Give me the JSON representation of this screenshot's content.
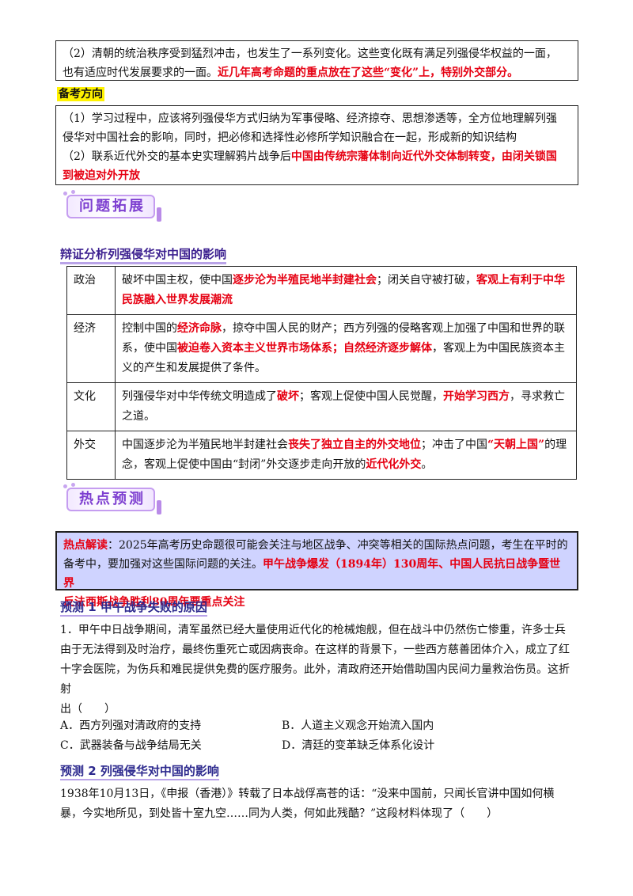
{
  "top_box": {
    "line1": "（2）清朝的统治秩序受到猛烈冲击，也发生了一系列变化。这些变化既有满足列强侵华权益的一面，",
    "line2_plain": "也有适应时代发展要求的一面。",
    "line2_red": "近几年高考命题的重点放在了这些“变化”上，特别外交部分。"
  },
  "prep": {
    "tag": "备考方向",
    "l1": "（1）学习过程中，应该将列强侵华方式归纳为军事侵略、经济掠夺、思想渗透等，全方位地理解列强",
    "l2": "侵华对中国社会的影响，同时，把必修和选择性必修所学知识融合在一起，形成新的知识结构",
    "l3_plain": "（2）联系近代外交的基本史实理解鸦片战争后",
    "l3_red": "中国由传统宗藩体制向近代外交体制转变，由闭关锁国",
    "l4_red": "到被迫对外开放"
  },
  "banner1": {
    "label": "问题拓展"
  },
  "section1": {
    "title": "辩证分析列强侵华对中国的影响"
  },
  "table": [
    {
      "head": "政治",
      "segs": [
        {
          "t": "破坏中国主权，使中国",
          "r": false
        },
        {
          "t": "逐步沦为半殖民地半封建社会",
          "r": true
        },
        {
          "t": "；闭关自守被打破，",
          "r": false
        },
        {
          "t": "客观上有利于中华民族融入世界发展潮流",
          "r": true
        }
      ]
    },
    {
      "head": "经济",
      "segs": [
        {
          "t": "控制中国的",
          "r": false
        },
        {
          "t": "经济命脉",
          "r": true
        },
        {
          "t": "，掠夺中国人民的财产；西方列强的侵略客观上加强了中国和世界的联系，使中国",
          "r": false
        },
        {
          "t": "被迫卷入资本主义世界市场体系；自然经济逐步解体",
          "r": true
        },
        {
          "t": "，客观上为中国民族资本主义的产生和发展提供了条件。",
          "r": false
        }
      ]
    },
    {
      "head": "文化",
      "segs": [
        {
          "t": "列强侵华对中华传统文明造成了",
          "r": false
        },
        {
          "t": "破坏",
          "r": true
        },
        {
          "t": "；客观上促使中国人民觉醒，",
          "r": false
        },
        {
          "t": "开始学习西方",
          "r": true
        },
        {
          "t": "，寻求救亡之道。",
          "r": false
        }
      ]
    },
    {
      "head": "外交",
      "segs": [
        {
          "t": "中国逐步沦为半殖民地半封建社会",
          "r": false
        },
        {
          "t": "丧失了独立自主的外交地位",
          "r": true
        },
        {
          "t": "；冲击了中国",
          "r": false
        },
        {
          "t": "“天朝上国”",
          "r": true
        },
        {
          "t": "的理念，客观上促使中国由“封闭”外交逐步走向开放的",
          "r": false
        },
        {
          "t": "近代化外交",
          "r": true
        },
        {
          "t": "。",
          "r": false
        }
      ]
    }
  ],
  "banner2": {
    "label": "热点预测"
  },
  "hot": {
    "tag": "热点解读",
    "l1": "：2025年高考历史命题很可能会关注与地区战争、冲突等相关的国际热点问题，考生在平时的",
    "l2_plain": "备考中，要加强对这些国际问题的关注。",
    "l2_red": "甲午战争爆发（1894年）130周年、中国人民抗日战争暨世界",
    "l3_red": "反法西斯战争胜利80周年要重点关注"
  },
  "pred1": {
    "title": "预测 1   甲午战争失败的原因",
    "q_l1": "1．甲午中日战争期间，清军虽然已经大量使用近代化的枪械炮舰，但在战斗中仍然伤亡惨重，许多士兵",
    "q_l2": "由于无法得到及时治疗，最终伤重死亡或因病丧命。在这样的背景下，一些西方慈善团体介入，成立了红",
    "q_l3": "十字会医院，为伤兵和难民提供免费的医疗服务。此外，清政府还开始借助国内民间力量救治伤员。这折",
    "q_l4": "射",
    "q_l5": "出（　　）",
    "optA": "A．西方列强对清政府的支持",
    "optB": "B．人道主义观念开始流入国内",
    "optC": "C．武器装备与战争结局无关",
    "optD": "D．清廷的变革缺乏体系化设计"
  },
  "pred2": {
    "title": "预测 2   列强侵华对中国的影响",
    "l1": "1938年10月13日，《申报（香港）》转载了日本战俘高苍的话：“没来中国前，只闻长官讲中国如何横",
    "l2": "暴，今实地所见，到处皆十室九空……同为人类，何如此残酷？”这段材料体现了（　　）"
  }
}
